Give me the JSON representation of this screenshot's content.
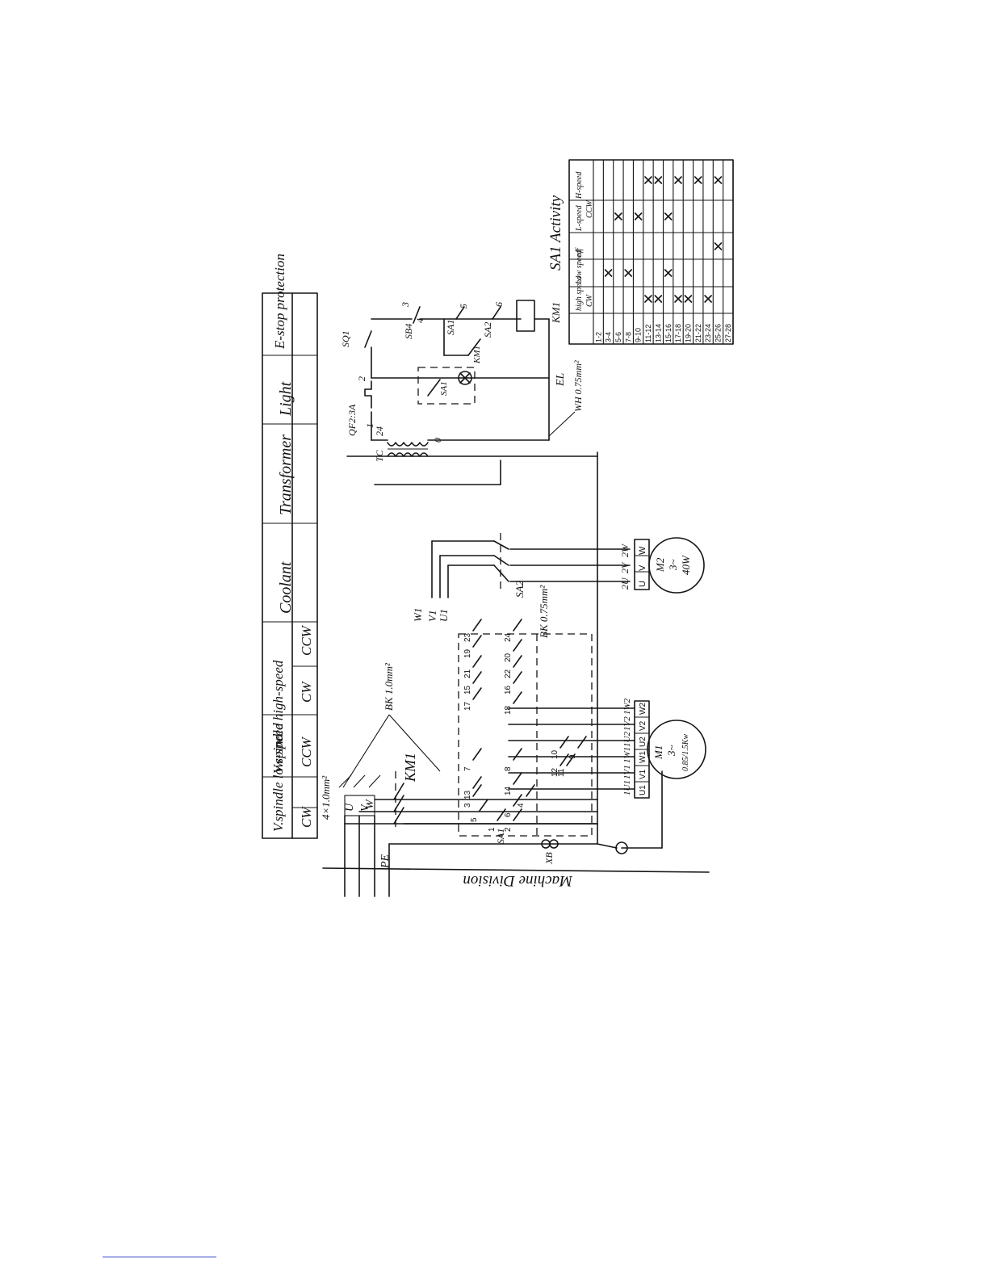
{
  "header_table": {
    "sections": [
      "V.spindle low-speed",
      "V.spindle high-speed",
      "Coolant",
      "Transformer",
      "Light",
      "E-stop protection"
    ],
    "directions": [
      "CW",
      "CCW",
      "CW",
      "CCW"
    ]
  },
  "supply": {
    "wire_spec": "4×1.0mm²",
    "phases": [
      "U",
      "V",
      "W"
    ],
    "pe": "PE",
    "xb": "XB",
    "machine_division": "Machine Division"
  },
  "components": {
    "km1": "KM1",
    "sa1": "SA1",
    "sa2": "SA2",
    "tc": "TC",
    "qf2": "QF2:3A",
    "sq1": "SQ1",
    "sb4": "SB4",
    "sa1_ctrl": "SA1",
    "sa2_ctrl": "SA2",
    "km1_aux": "KM1",
    "km1_coil": "KM1",
    "el": "EL",
    "sa1_lamp": "SA1",
    "tc_24": "24",
    "tc_0": "0",
    "qf2_1": "1",
    "node_2": "2",
    "node_3": "3",
    "node_4": "4",
    "node_5": "5",
    "node_6": "6"
  },
  "wires": {
    "bk_10": "BK 1.0mm²",
    "bk_075": "BK 0.75mm²",
    "wh_075": "WH 0.75mm²",
    "v1_labels": [
      "W1",
      "V1",
      "U1"
    ],
    "sa1_contacts": [
      "1",
      "2",
      "3",
      "4",
      "5",
      "6",
      "7",
      "8",
      "9",
      "10",
      "11",
      "12",
      "13",
      "14",
      "15",
      "16",
      "17",
      "18",
      "19",
      "20",
      "21",
      "22",
      "23",
      "24"
    ]
  },
  "motors": {
    "m1": {
      "name": "M1",
      "phase": "3~",
      "rating": "0.85/1.5Kw",
      "terminals": [
        "U1",
        "V1",
        "W1",
        "U2",
        "V2",
        "W2"
      ],
      "wires": [
        "1U1",
        "1V1",
        "1W1",
        "1U2",
        "1V2",
        "1W2"
      ]
    },
    "m2": {
      "name": "M2",
      "phase": "3~",
      "rating": "40W",
      "terminals": [
        "U",
        "V",
        "W"
      ],
      "wires": [
        "2U",
        "2V",
        "2W"
      ]
    }
  },
  "activity_table": {
    "title": "SA1 Activity",
    "col_headers": [
      "high speed",
      "Low speed",
      "off",
      "L-speed",
      "H-speed"
    ],
    "direction_labels": [
      "CW",
      "CCW"
    ],
    "rows": [
      "1-2",
      "3-4",
      "5-6",
      "7-8",
      "9-10",
      "11-12",
      "13-14",
      "15-16",
      "17-18",
      "19-20",
      "21-22",
      "23-24",
      "25-26",
      "27-28"
    ],
    "marks": [
      [
        1,
        1
      ],
      [
        2,
        3
      ],
      [
        3,
        1
      ],
      [
        4,
        3
      ],
      [
        5,
        0
      ],
      [
        5,
        4
      ],
      [
        6,
        0
      ],
      [
        6,
        4
      ],
      [
        7,
        1
      ],
      [
        7,
        3
      ],
      [
        8,
        0
      ],
      [
        8,
        4
      ],
      [
        9,
        0
      ],
      [
        10,
        4
      ],
      [
        11,
        0
      ],
      [
        12,
        2
      ],
      [
        12,
        4
      ]
    ]
  }
}
